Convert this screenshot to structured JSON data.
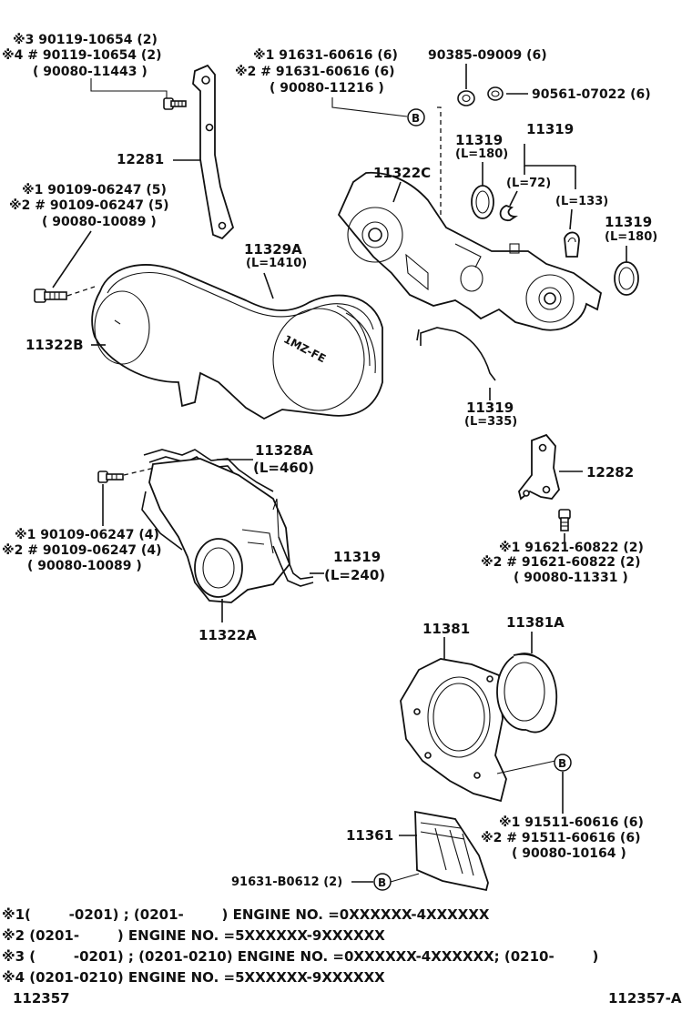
{
  "callouts": {
    "bolt_top_left": [
      "※3 90119-10654 (2)",
      "※4 # 90119-10654 (2)",
      "( 90080-11443 )"
    ],
    "bolt_top_mid": [
      "※1 91631-60616 (6)",
      "※2 # 91631-60616 (6)",
      "( 90080-11216 )"
    ],
    "nut_top": "90385-09009 (6)",
    "washer_top": "90561-07022 (6)",
    "p12281": "12281",
    "p11319_a": [
      "11319",
      "(L=180)"
    ],
    "p11319_group": "11319",
    "p11319_l72": "(L=72)",
    "p11319_l133": "(L=133)",
    "p11322c": "11322C",
    "p11319_b": [
      "11319",
      "(L=180)"
    ],
    "bolt_left_mid": [
      "※1 90109-06247 (5)",
      "※2 # 90109-06247 (5)",
      "( 90080-10089 )"
    ],
    "p11329a": [
      "11329A",
      "(L=1410)"
    ],
    "p11322b": "11322B",
    "p11319_c": [
      "11319",
      "(L=335)"
    ],
    "p11328a": [
      "11328A",
      "(L=460)"
    ],
    "p12282": "12282",
    "bolt_left_low": [
      "※1 90109-06247 (4)",
      "※2 # 90109-06247 (4)",
      "( 90080-10089 )"
    ],
    "bolt_right_low": [
      "※1 91621-60822 (2)",
      "※2 # 91621-60822 (2)",
      "( 90080-11331 )"
    ],
    "p11319_d": [
      "11319",
      "(L=240)"
    ],
    "p11322a": "11322A",
    "p11381": "11381",
    "p11381a": "11381A",
    "bolt_right_bottom": [
      "※1 91511-60616 (6)",
      "※2 # 91511-60616 (6)",
      "( 90080-10164 )"
    ],
    "p11361": "11361",
    "bolt_bottom": "91631-B0612 (2)",
    "cover_logo": "1MZ-FE",
    "ref_b": "B"
  },
  "notes": [
    "※1(        -0201) ; (0201-        ) ENGINE NO. =0XXXXXX-4XXXXXX",
    "※2 (0201-        ) ENGINE NO. =5XXXXXX-9XXXXXX",
    "※3 (        -0201) ; (0201-0210) ENGINE NO. =0XXXXXX-4XXXXXX; (0210-        )",
    "※4 (0201-0210) ENGINE NO. =5XXXXXX-9XXXXXX"
  ],
  "footer": {
    "left_id": "112357",
    "right_id": "112357-A"
  }
}
